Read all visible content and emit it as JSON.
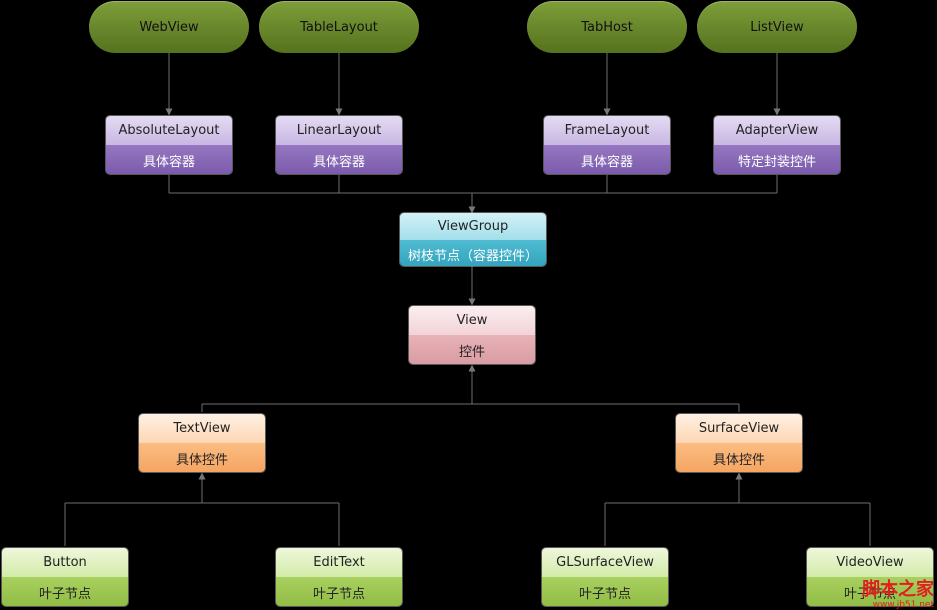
{
  "pills": {
    "webview": "WebView",
    "tablelayout": "TableLayout",
    "tabhost": "TabHost",
    "listview": "ListView"
  },
  "containers": {
    "absolutelayout": {
      "title": "AbsoluteLayout",
      "sub": "具体容器"
    },
    "linearlayout": {
      "title": "LinearLayout",
      "sub": "具体容器"
    },
    "framelayout": {
      "title": "FrameLayout",
      "sub": "具体容器"
    },
    "adapterview": {
      "title": "AdapterView",
      "sub": "特定封装控件"
    }
  },
  "viewgroup": {
    "title": "ViewGroup",
    "sub": "树枝节点（容器控件）"
  },
  "view": {
    "title": "View",
    "sub": "控件"
  },
  "widgets": {
    "textview": {
      "title": "TextView",
      "sub": "具体控件"
    },
    "surfaceview": {
      "title": "SurfaceView",
      "sub": "具体控件"
    }
  },
  "leaves": {
    "button": {
      "title": "Button",
      "sub": "叶子节点"
    },
    "edittext": {
      "title": "EditText",
      "sub": "叶子节点"
    },
    "glsurfaceview": {
      "title": "GLSurfaceView",
      "sub": "叶子节点"
    },
    "videoview": {
      "title": "VideoView",
      "sub": "叶子节点"
    }
  },
  "watermark": {
    "name": "脚本之家",
    "url": "www.jb51.net"
  }
}
